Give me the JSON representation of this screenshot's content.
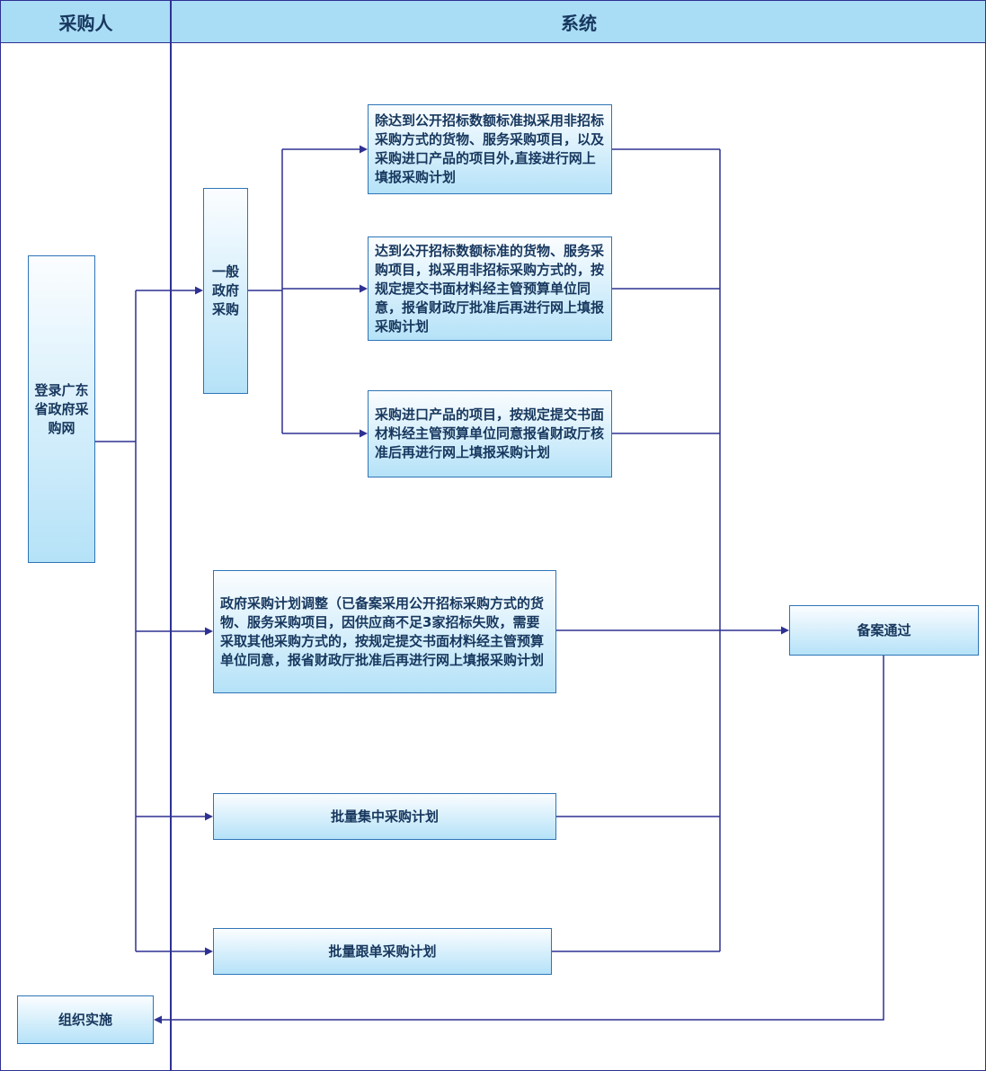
{
  "lanes": {
    "purchaser": "采购人",
    "system": "系统"
  },
  "nodes": {
    "login": {
      "label": "登录广东省政府采购网"
    },
    "general": {
      "label": "一般政府采购"
    },
    "direct": {
      "label": "除达到公开招标数额标准拟采用非招标采购方式的货物、服务采购项目，以及采购进口产品的项目外,直接进行网上填报采购计划"
    },
    "nonbid": {
      "label": "达到公开招标数额标准的货物、服务采购项目，拟采用非招标采购方式的，按规定提交书面材料经主管预算单位同意，报省财政厅批准后再进行网上填报采购计划"
    },
    "import": {
      "label": "采购进口产品的项目，按规定提交书面材料经主管预算单位同意报省财政厅核准后再进行网上填报采购计划"
    },
    "adjust": {
      "label": "政府采购计划调整（已备案采用公开招标采购方式的货物、服务采购项目，因供应商不足3家招标失败，需要采取其他采购方式的，按规定提交书面材料经主管预算单位同意，报省财政厅批准后再进行网上填报采购计划"
    },
    "batch_central": {
      "label": "批量集中采购计划"
    },
    "batch_follow": {
      "label": "批量跟单采购计划"
    },
    "filed": {
      "label": "备案通过"
    },
    "implement": {
      "label": "组织实施"
    }
  },
  "colors": {
    "line": "#2E3192",
    "border": "#2E75B6",
    "text": "#17375E",
    "header-bg": "#A9DCF5",
    "box-top": "#FBFDFF",
    "box-bottom": "#B5E2F8",
    "canvas": "#FFFFFF"
  }
}
